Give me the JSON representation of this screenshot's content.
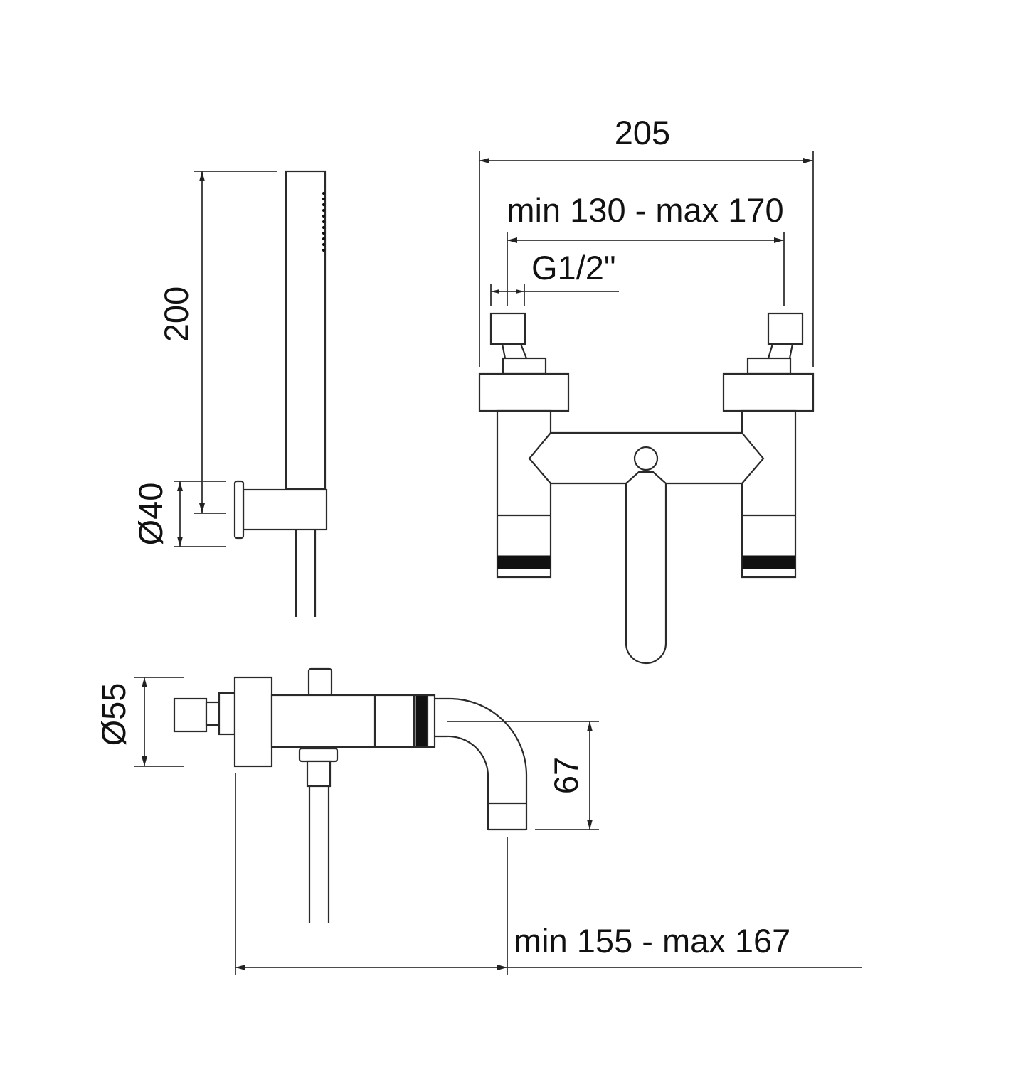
{
  "drawing": {
    "title": "Bath mixer dimension drawing",
    "line_color": "#2a2a2a",
    "background": "#ffffff"
  },
  "dimensions": {
    "overall_width": "205",
    "centers_range": "min 130 - max 170",
    "connection_thread": "G1/2\"",
    "handshower_height": "200",
    "holder_diameter": "Ø40",
    "flange_diameter": "Ø55",
    "spout_drop": "67",
    "spout_projection": "min 155 - max 167"
  },
  "views": [
    {
      "name": "handshower-side-view",
      "labels": [
        "200",
        "Ø40"
      ]
    },
    {
      "name": "mixer-top-view",
      "labels": [
        "205",
        "min 130 - max 170",
        "G1/2\""
      ]
    },
    {
      "name": "mixer-side-view",
      "labels": [
        "Ø55",
        "67",
        "min 155 - max 167"
      ]
    }
  ]
}
